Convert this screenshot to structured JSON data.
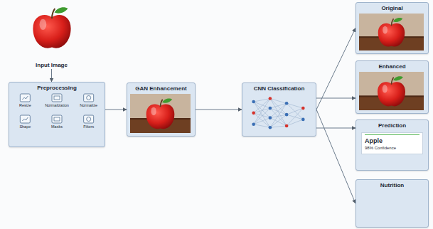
{
  "diagram": {
    "nodes": [
      {
        "text": [
          "Input Image"
        ]
      },
      {
        "text": [
          "Preprocessing"
        ]
      },
      {
        "text": [
          "GAN Enhancement"
        ]
      },
      {
        "text": [
          "CNN Classification"
        ]
      },
      {
        "text": [
          "Original"
        ]
      },
      {
        "text": [
          "Enhanced"
        ]
      },
      {
        "text": [
          "Prediction",
          "Apple",
          "98% Confidence"
        ]
      },
      {
        "text": [
          "Nutrition"
        ]
      }
    ],
    "edges": [
      {
        "from": 0,
        "to": 1,
        "arrow": "to"
      },
      {
        "from": 1,
        "to": 2,
        "arrow": "to"
      },
      {
        "from": 2,
        "to": 3,
        "arrow": "to"
      },
      {
        "from": 3,
        "to": 4,
        "arrow": "to"
      },
      {
        "from": 3,
        "to": 5,
        "arrow": "to"
      },
      {
        "from": 3,
        "to": 6,
        "arrow": "to"
      },
      {
        "from": 3,
        "to": 7,
        "arrow": "to"
      }
    ],
    "labels": [
      "Resize",
      "Normalization",
      "Normalize",
      "Shape",
      "Masks",
      "Filters"
    ]
  }
}
